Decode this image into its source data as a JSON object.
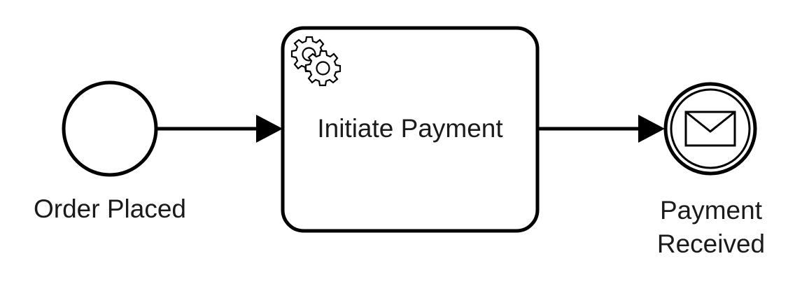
{
  "diagram": {
    "type": "bpmn-process",
    "stroke_color": "#000000",
    "fill_color": "#ffffff",
    "text_color": "#1a1a1a"
  },
  "start_event": {
    "label": "Order Placed"
  },
  "task": {
    "label": "Initiate Payment",
    "task_type": "service",
    "icon": "gears-icon"
  },
  "end_event": {
    "label_lines": [
      "Payment",
      "Received"
    ],
    "event_type": "message",
    "icon": "envelope-icon"
  },
  "flows": [
    {
      "from": "start_event",
      "to": "task"
    },
    {
      "from": "task",
      "to": "end_event"
    }
  ]
}
